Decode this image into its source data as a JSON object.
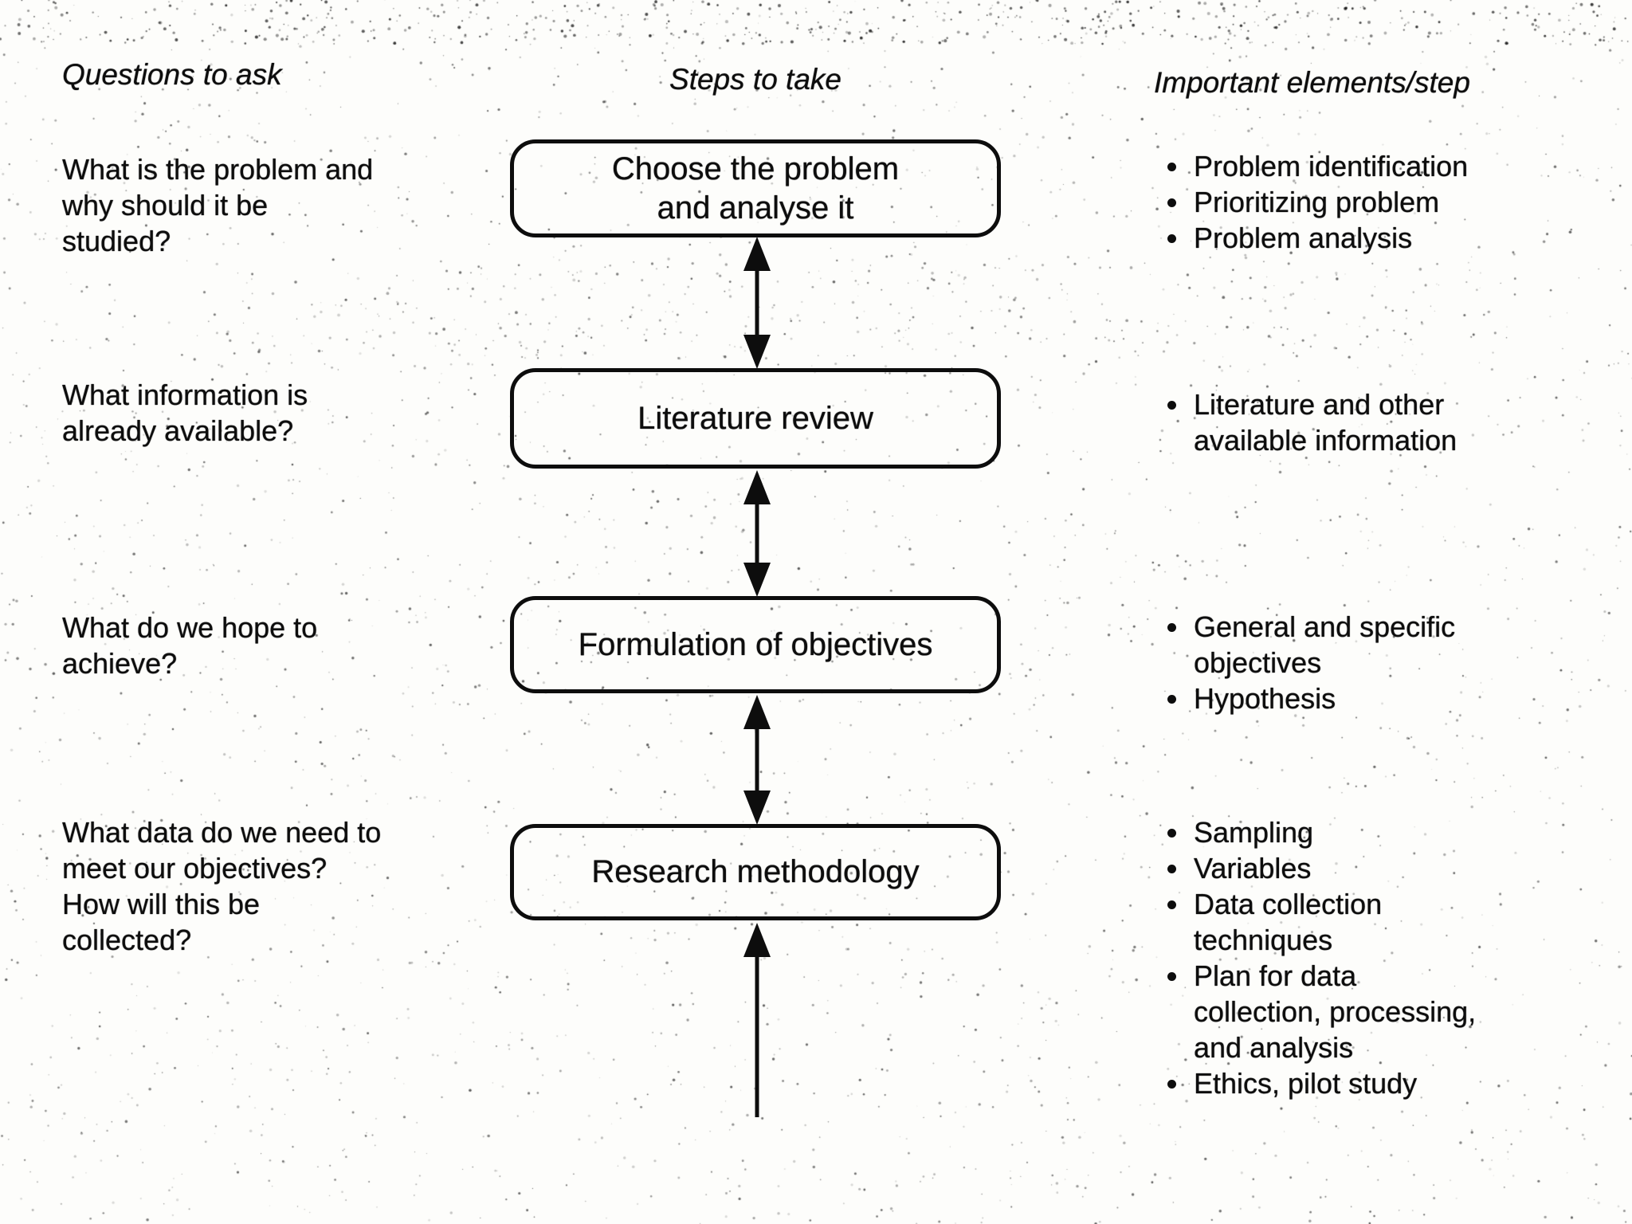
{
  "headers": {
    "questions": "Questions to ask",
    "steps": "Steps to take",
    "elements": "Important elements/step"
  },
  "rows": [
    {
      "question": "What is the problem and\nwhy should it be\nstudied?",
      "step": "Choose the problem\nand analyse it",
      "elements": [
        "Problem identification",
        "Prioritizing problem",
        "Problem analysis"
      ]
    },
    {
      "question": "What information is\nalready available?",
      "step": "Literature review",
      "elements": [
        "Literature and other\navailable information"
      ]
    },
    {
      "question": "What do we hope to\nachieve?",
      "step": "Formulation of objectives",
      "elements": [
        "General and specific\nobjectives",
        "Hypothesis"
      ]
    },
    {
      "question": "What data do we need to\nmeet our objectives?\nHow will this be\ncollected?",
      "step": "Research methodology",
      "elements": [
        "Sampling",
        "Variables",
        "Data collection\ntechniques",
        "Plan for data\ncollection, processing,\nand analysis",
        "Ethics, pilot study"
      ]
    }
  ],
  "connectors": {
    "between_steps": "bidirectional-arrow",
    "into_last_step": "up-arrow"
  },
  "colors": {
    "ink": "#0d0d0d",
    "paper": "#fdfdfb"
  }
}
